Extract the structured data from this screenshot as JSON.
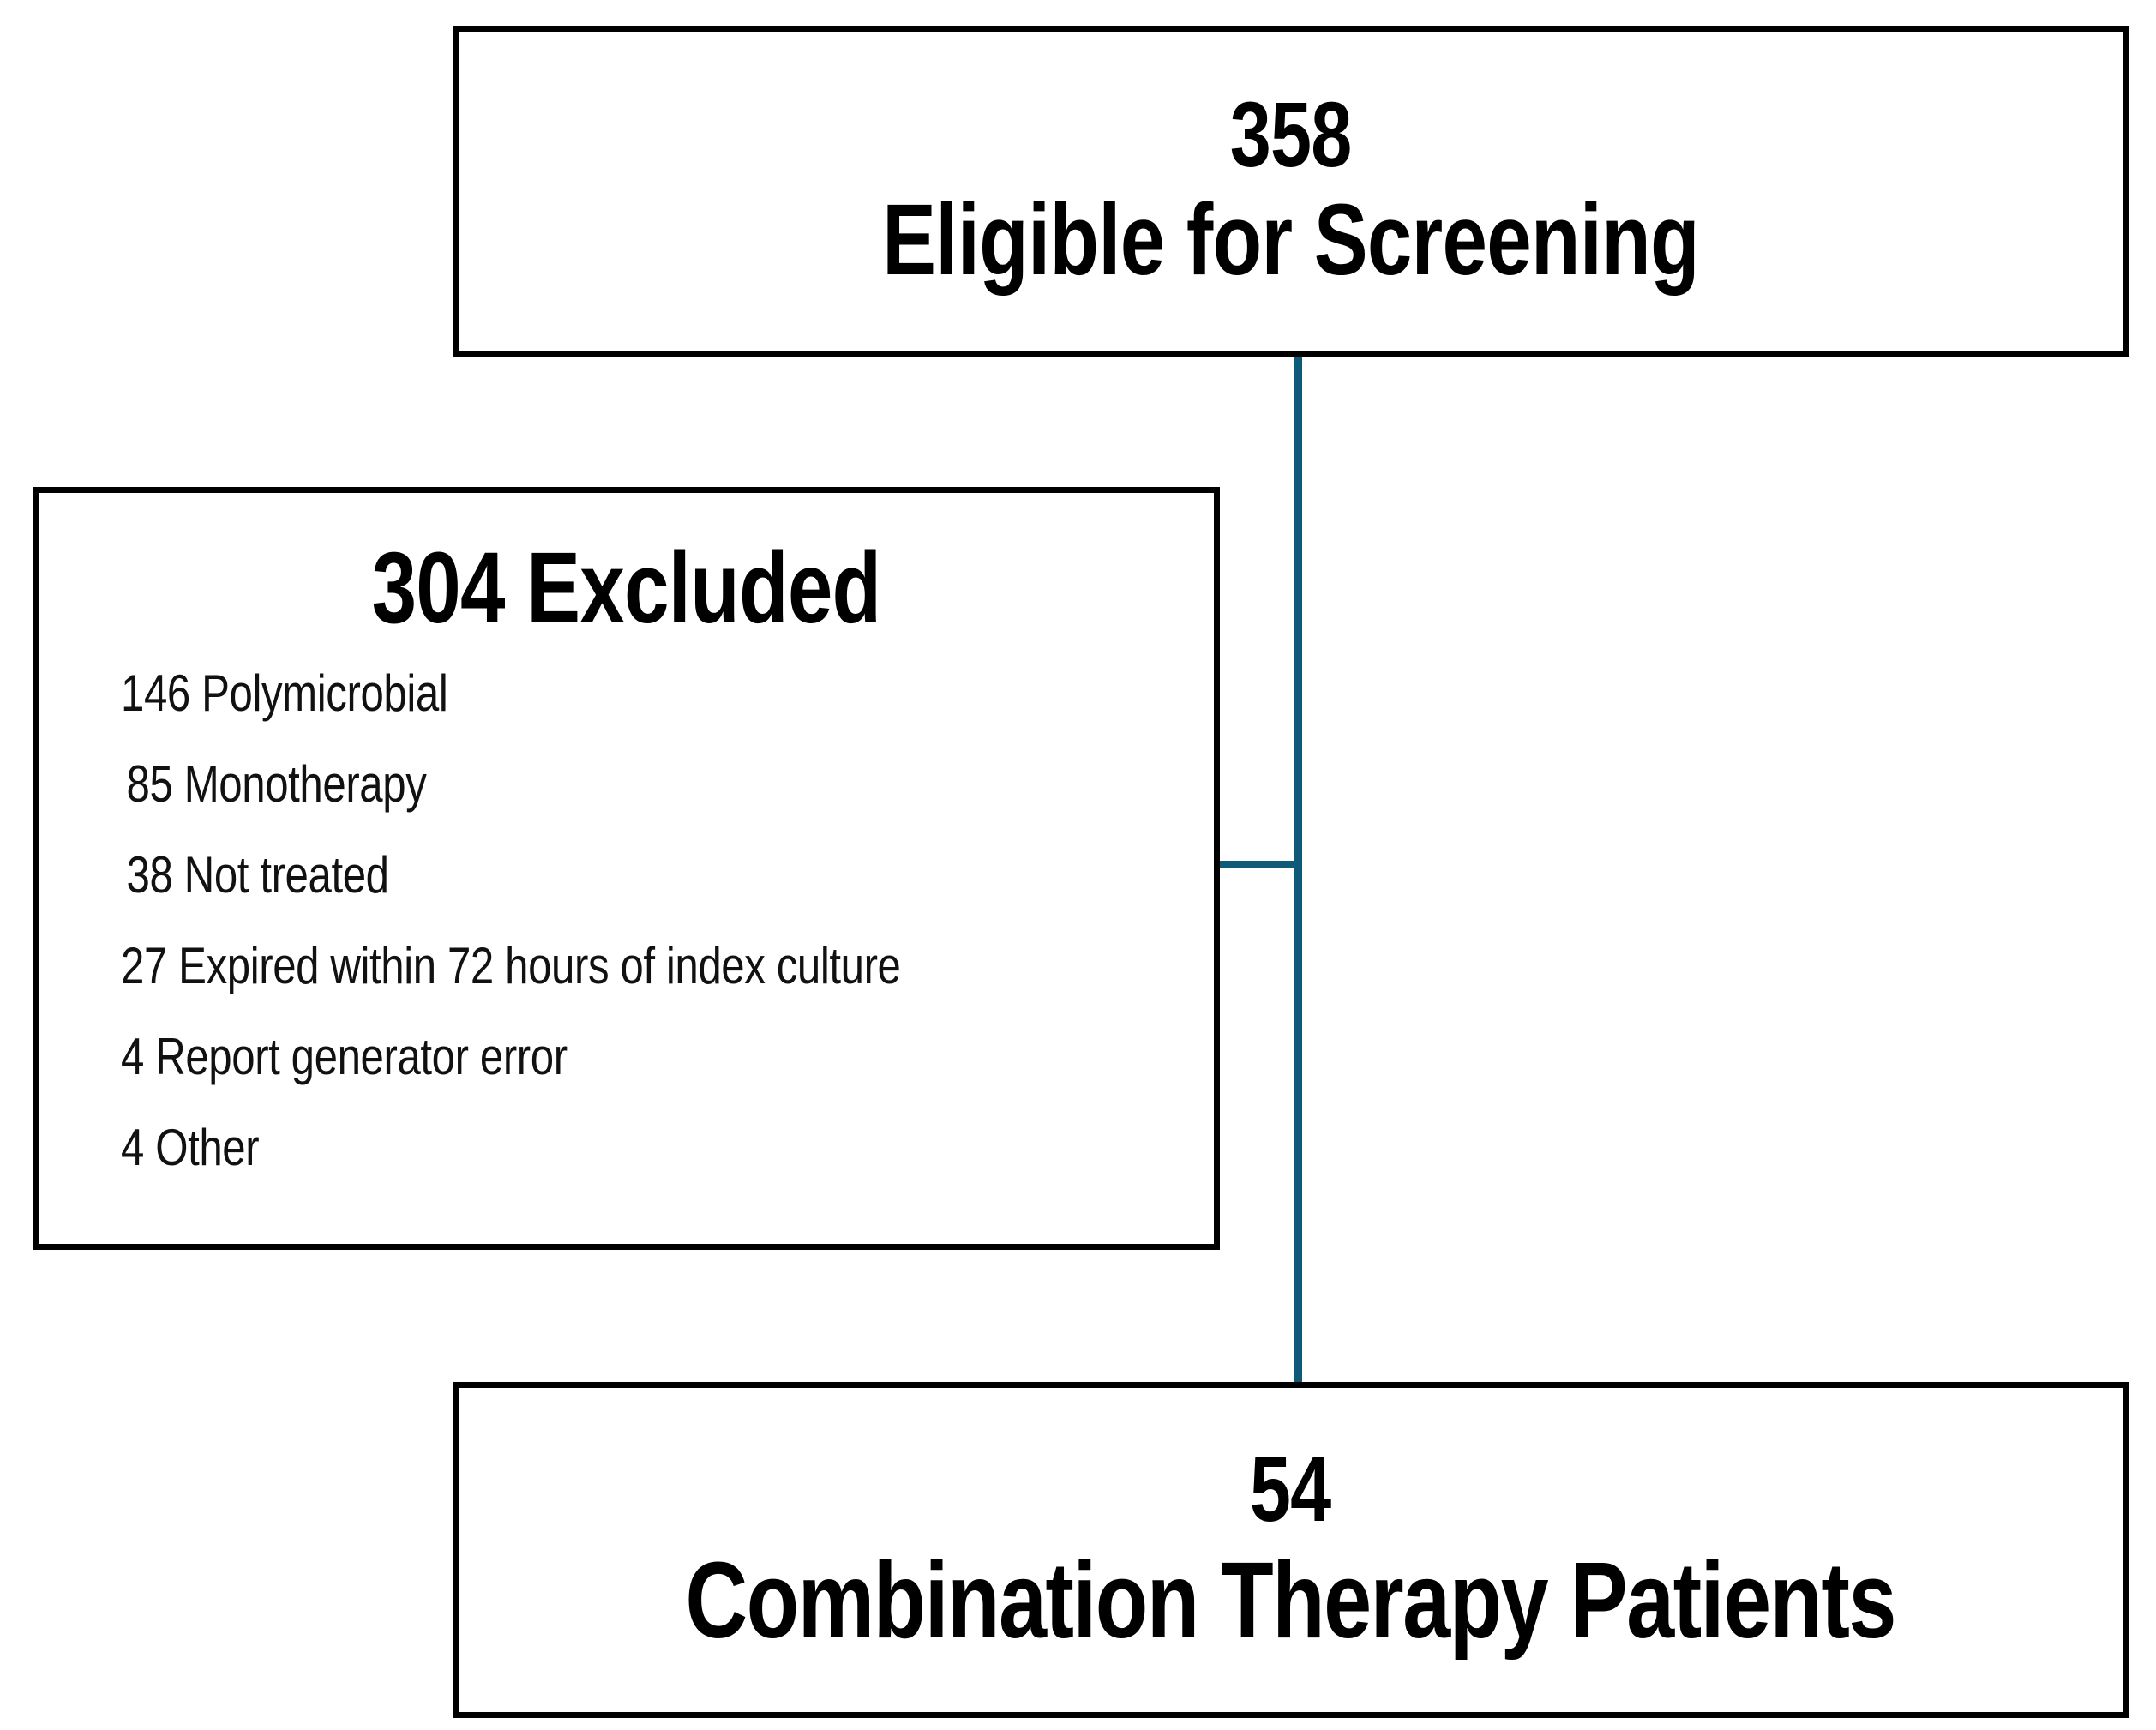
{
  "diagram": {
    "type": "study-flow-diagram",
    "accent_color": "#0e5a78",
    "border_color": "#000000",
    "background_color": "#ffffff"
  },
  "screening_node": {
    "count": "358",
    "title": "Eligible for Screening"
  },
  "excluded_node": {
    "heading": "304 Excluded",
    "count": "304",
    "label": "Excluded",
    "reasons": [
      {
        "count": "146",
        "reason": "Polymicrobial",
        "text": "146 Polymicrobial"
      },
      {
        "count": "85",
        "reason": "Monotherapy",
        "text": "85 Monotherapy"
      },
      {
        "count": "38",
        "reason": "Not treated",
        "text": "38 Not treated"
      },
      {
        "count": "27",
        "reason": "Expired within 72 hours of index culture",
        "text": "27 Expired within 72 hours of index culture"
      },
      {
        "count": "4",
        "reason": "Report generator error",
        "text": "4 Report generator error"
      },
      {
        "count": "4",
        "reason": "Other",
        "text": "4 Other"
      }
    ]
  },
  "enrolled_node": {
    "count": "54",
    "title": "Combination Therapy Patients"
  }
}
